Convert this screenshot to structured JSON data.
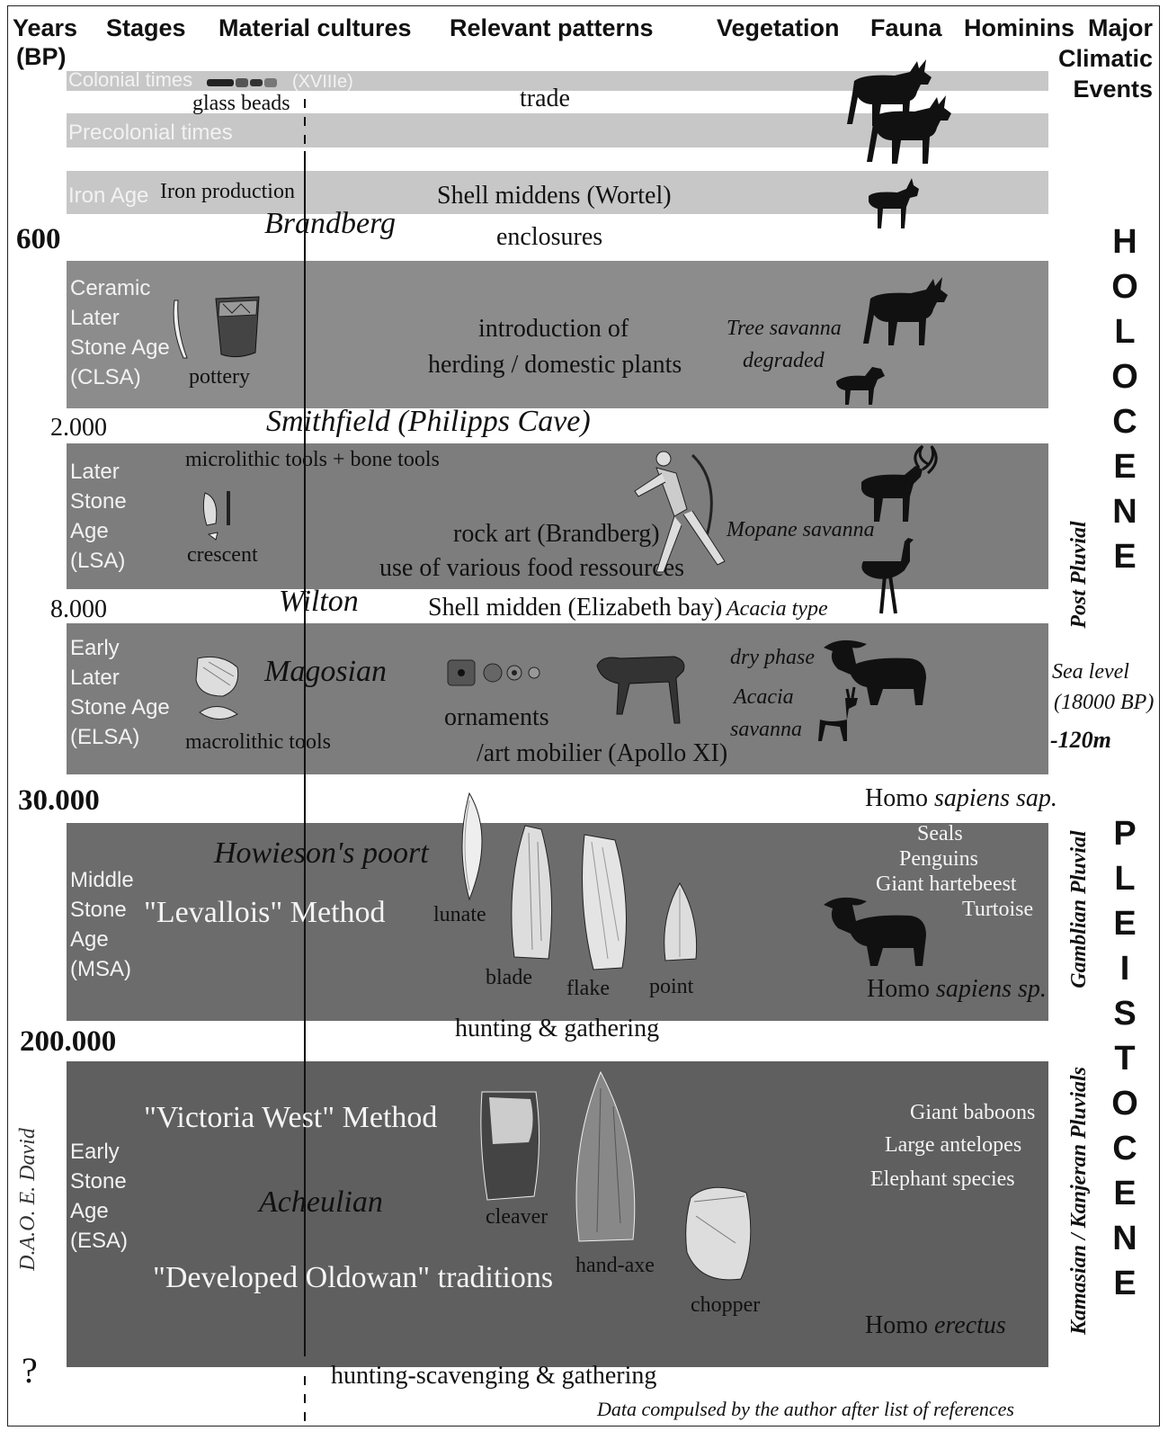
{
  "header": {
    "years": "Years",
    "years_unit": "(BP)",
    "stages": "Stages",
    "material_cultures": "Material cultures",
    "relevant_patterns": "Relevant patterns",
    "vegetation": "Vegetation",
    "fauna": "Fauna",
    "hominins": "Hominins",
    "climatic": "Major Climatic Events"
  },
  "years": {
    "y600": "600",
    "y2000": "2.000",
    "y8000": "8.000",
    "y30000": "30.000",
    "y200000": "200.000",
    "unknown": "?"
  },
  "stages": {
    "colonial": "Colonial times",
    "xviii": "(XVIIIe)",
    "precolonial": "Precolonial times",
    "iron_age": "Iron Age",
    "clsa": "Ceramic\nLater\nStone Age\n(CLSA)",
    "lsa": "Later\nStone\nAge\n(LSA)",
    "elsa": "Early\nLater\nStone Age\n(ELSA)",
    "msa": "Middle\nStone\nAge\n(MSA)",
    "esa": "Early\nStone\nAge\n(ESA)"
  },
  "material": {
    "glass_beads": "glass beads",
    "iron_production": "Iron production",
    "brandberg": "Brandberg",
    "pottery": "pottery",
    "smithfield": "Smithfield (Philipps Cave)",
    "microlithic": "microlithic tools + bone tools",
    "crescent": "crescent",
    "wilton": "Wilton",
    "magosian": "Magosian",
    "macrolithic": "macrolithic tools",
    "howiesons": "Howieson's poort",
    "levallois": "\"Levallois\" Method",
    "lunate": "lunate",
    "blade": "blade",
    "flake": "flake",
    "point": "point",
    "victoria_west": "\"Victoria West\" Method",
    "acheulian": "Acheulian",
    "oldowan": "\"Developed Oldowan\" traditions",
    "cleaver": "cleaver",
    "hand_axe": "hand-axe",
    "chopper": "chopper"
  },
  "patterns": {
    "trade": "trade",
    "shell_middens_wortel": "Shell middens (Wortel)",
    "enclosures": "enclosures",
    "herding_1": "introduction of",
    "herding_2": "herding / domestic plants",
    "rock_art": "rock art (Brandberg)",
    "food_resources": "use of various food ressources",
    "shell_midden_elizabeth": "Shell midden (Elizabeth bay)",
    "ornaments": "ornaments",
    "art_mobilier": "/art mobilier (Apollo XI)",
    "hunting_gathering": "hunting & gathering",
    "hunting_scavenging": "hunting-scavenging  & gathering"
  },
  "vegetation": {
    "tree_savanna_1": "Tree savanna",
    "tree_savanna_2": "degraded",
    "mopane": "Mopane savanna",
    "acacia_type": "Acacia type",
    "dry_phase": "dry phase",
    "acacia_1": "Acacia",
    "acacia_2": "savanna"
  },
  "fauna": {
    "seals": "Seals",
    "penguins": "Penguins",
    "hartebeest": "Giant hartebeest",
    "turtoise": "Turtoise",
    "baboons": "Giant baboons",
    "antelopes": "Large antelopes",
    "elephant": "Elephant species"
  },
  "hominins": {
    "sapiens_sap_a": "Homo ",
    "sapiens_sap_b": "sapiens sap.",
    "sapiens_sp_a": "Homo ",
    "sapiens_sp_b": "sapiens sp.",
    "erectus_a": "Homo ",
    "erectus_b": "erectus"
  },
  "climate": {
    "post_pluvial": "Post Pluvial",
    "gamblian": "Gamblian Pluvial",
    "kamasian": "Kamasian / Kanjeran Pluvials",
    "sea_level_1": "Sea level",
    "sea_level_2": "(18000 BP)",
    "sea_level_3": "-120m",
    "holocene": [
      "H",
      "O",
      "L",
      "O",
      "C",
      "E",
      "N",
      "E"
    ],
    "pleistocene": [
      "P",
      "L",
      "E",
      "I",
      "S",
      "T",
      "O",
      "C",
      "E",
      "N",
      "E"
    ]
  },
  "credits": {
    "dao": "D.A.O. E. David",
    "data_source": "Data compulsed by the author after list of references"
  },
  "icons": [
    "cattle-icon",
    "goat-icon",
    "sheep-icon",
    "kudu-icon",
    "ostrich-icon",
    "buffalo-icon",
    "springbok-icon",
    "archer-icon",
    "stone-tool-icon"
  ]
}
